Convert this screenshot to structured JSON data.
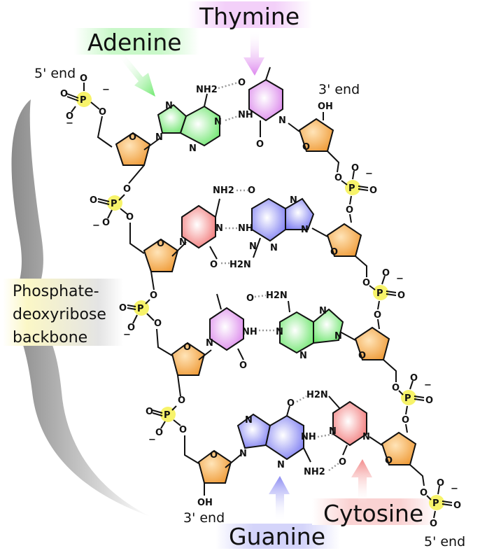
{
  "labels": {
    "thymine": "Thymine",
    "adenine": "Adenine",
    "guanine": "Guanine",
    "cytosine": "Cytosine",
    "five_end_top": "5' end",
    "three_end_top": "3' end",
    "three_end_bottom": "3' end",
    "five_end_bottom": "5' end",
    "backbone_line1": "Phosphate-",
    "backbone_line2": "deoxyribose",
    "backbone_line3": "backbone"
  },
  "atoms": {
    "N": "N",
    "O": "O",
    "P": "P",
    "NH": "NH",
    "NH2": "NH2",
    "H2N": "H2N",
    "OH": "OH",
    "minus": "−"
  },
  "colors": {
    "adenine": "#7ef07e",
    "thymine": "#e28ef2",
    "guanine": "#8e8ef4",
    "cytosine": "#f48a8a",
    "sugar": "#f2a64a",
    "phosphate": "#f7f36a",
    "hydrogen_bond": "#9a9a9a"
  }
}
